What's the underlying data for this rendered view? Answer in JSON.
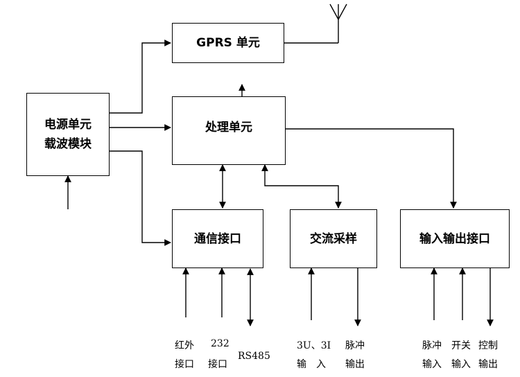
{
  "blocks": {
    "gprs": "GPRS 单元",
    "power_line1": "电源单元",
    "power_line2": "载波模块",
    "processor": "处理单元",
    "comm": "通信接口",
    "ac": "交流采样",
    "io": "输入输出接口"
  },
  "labels": {
    "ir_1": "红外",
    "ir_2": "接口",
    "p232_1": "232",
    "p232_2": "接口",
    "rs485": "RS485",
    "ac_in_1": "3U、3I",
    "ac_in_2": "输　入",
    "pulse_out_1": "脉冲",
    "pulse_out_2": "输出",
    "pulse_in_1": "脉冲",
    "pulse_in_2": "输入",
    "switch_in_1": "开关",
    "switch_in_2": "输入",
    "ctrl_out_1": "控制",
    "ctrl_out_2": "输出"
  }
}
